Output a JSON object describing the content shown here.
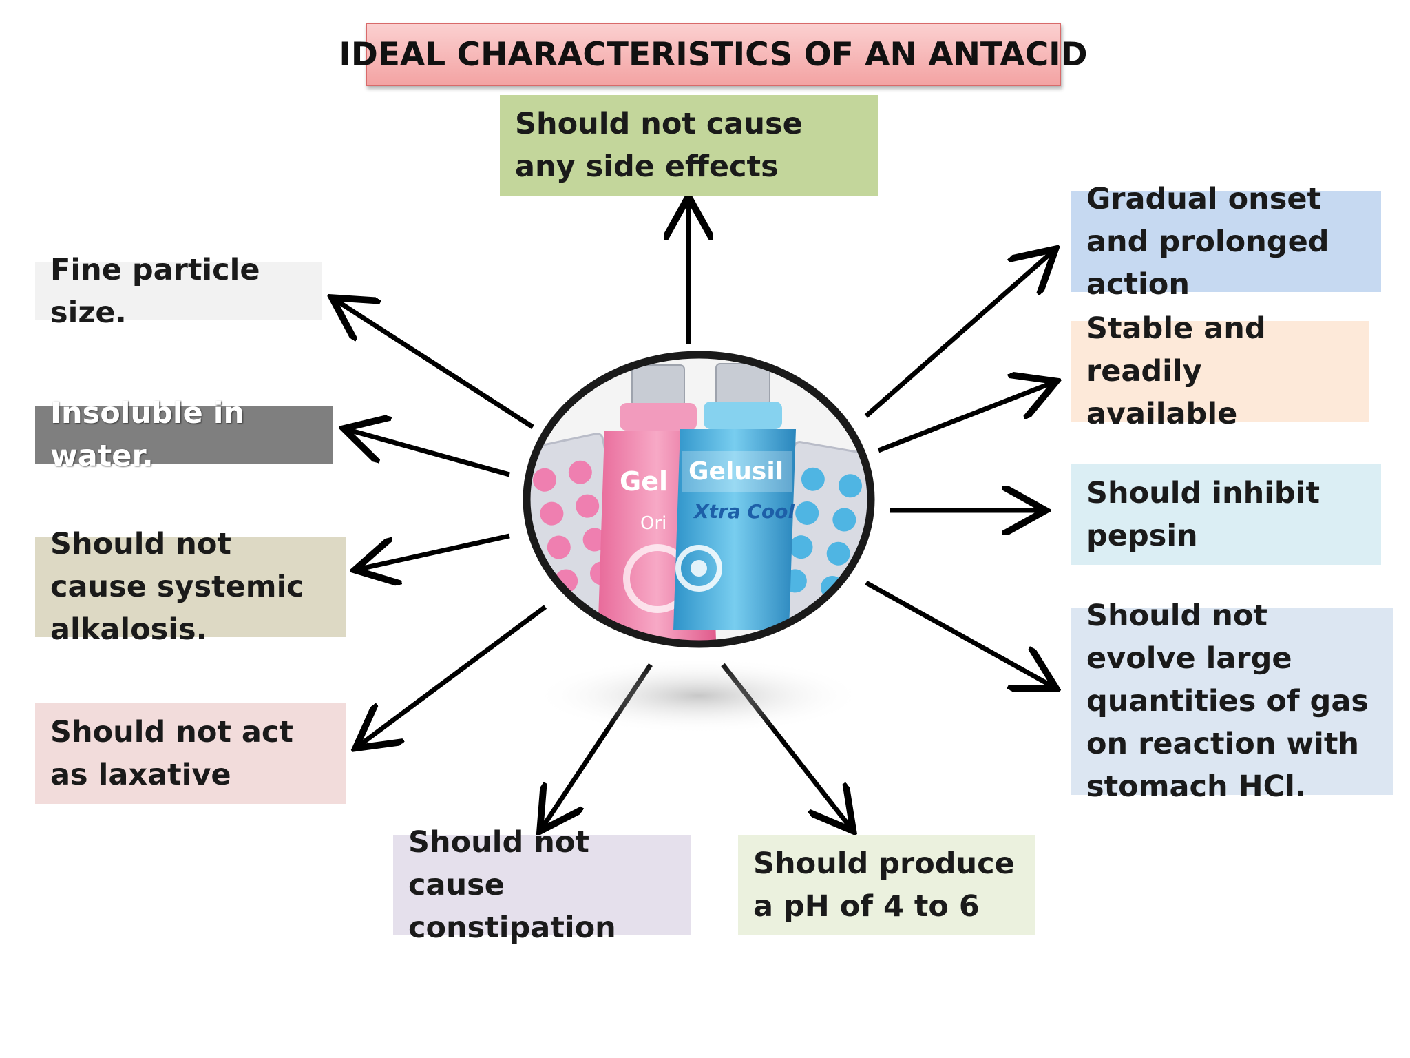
{
  "title": "IDEAL CHARACTERISTICS OF AN ANTACID",
  "characteristics": {
    "side_effects": "Should not cause any side effects",
    "gradual_onset": "Gradual onset and prolonged action",
    "stable": "Stable and readily available",
    "inhibit_pepsin": "Should inhibit pepsin",
    "no_gas": "Should not evolve large quantities of gas on reaction with stomach HCl.",
    "ph": "Should produce a pH of 4 to 6",
    "constipation": "Should not cause constipation",
    "laxative": "Should not act as laxative",
    "alkalosis": "Should not cause systemic alkalosis.",
    "insoluble": "Insoluble in water.",
    "fine_particle": "Fine particle size."
  },
  "product": {
    "brand": "Gelusil",
    "variant": "Xtra Cool",
    "left_bottle_brand": "Gel",
    "left_bottle_variant": "Ori"
  },
  "colors": {
    "side_effects": "#c3d69b",
    "gradual_onset": "#c6d9f1",
    "stable": "#fde9d9",
    "inhibit_pepsin": "#dbeef4",
    "no_gas": "#dce6f2",
    "ph": "#ebf1de",
    "constipation": "#e5e0ec",
    "laxative": "#f2dcdb",
    "alkalosis": "#ddd9c4",
    "insoluble": "#7f7f7f",
    "fine_particle": "#f2f2f2"
  }
}
